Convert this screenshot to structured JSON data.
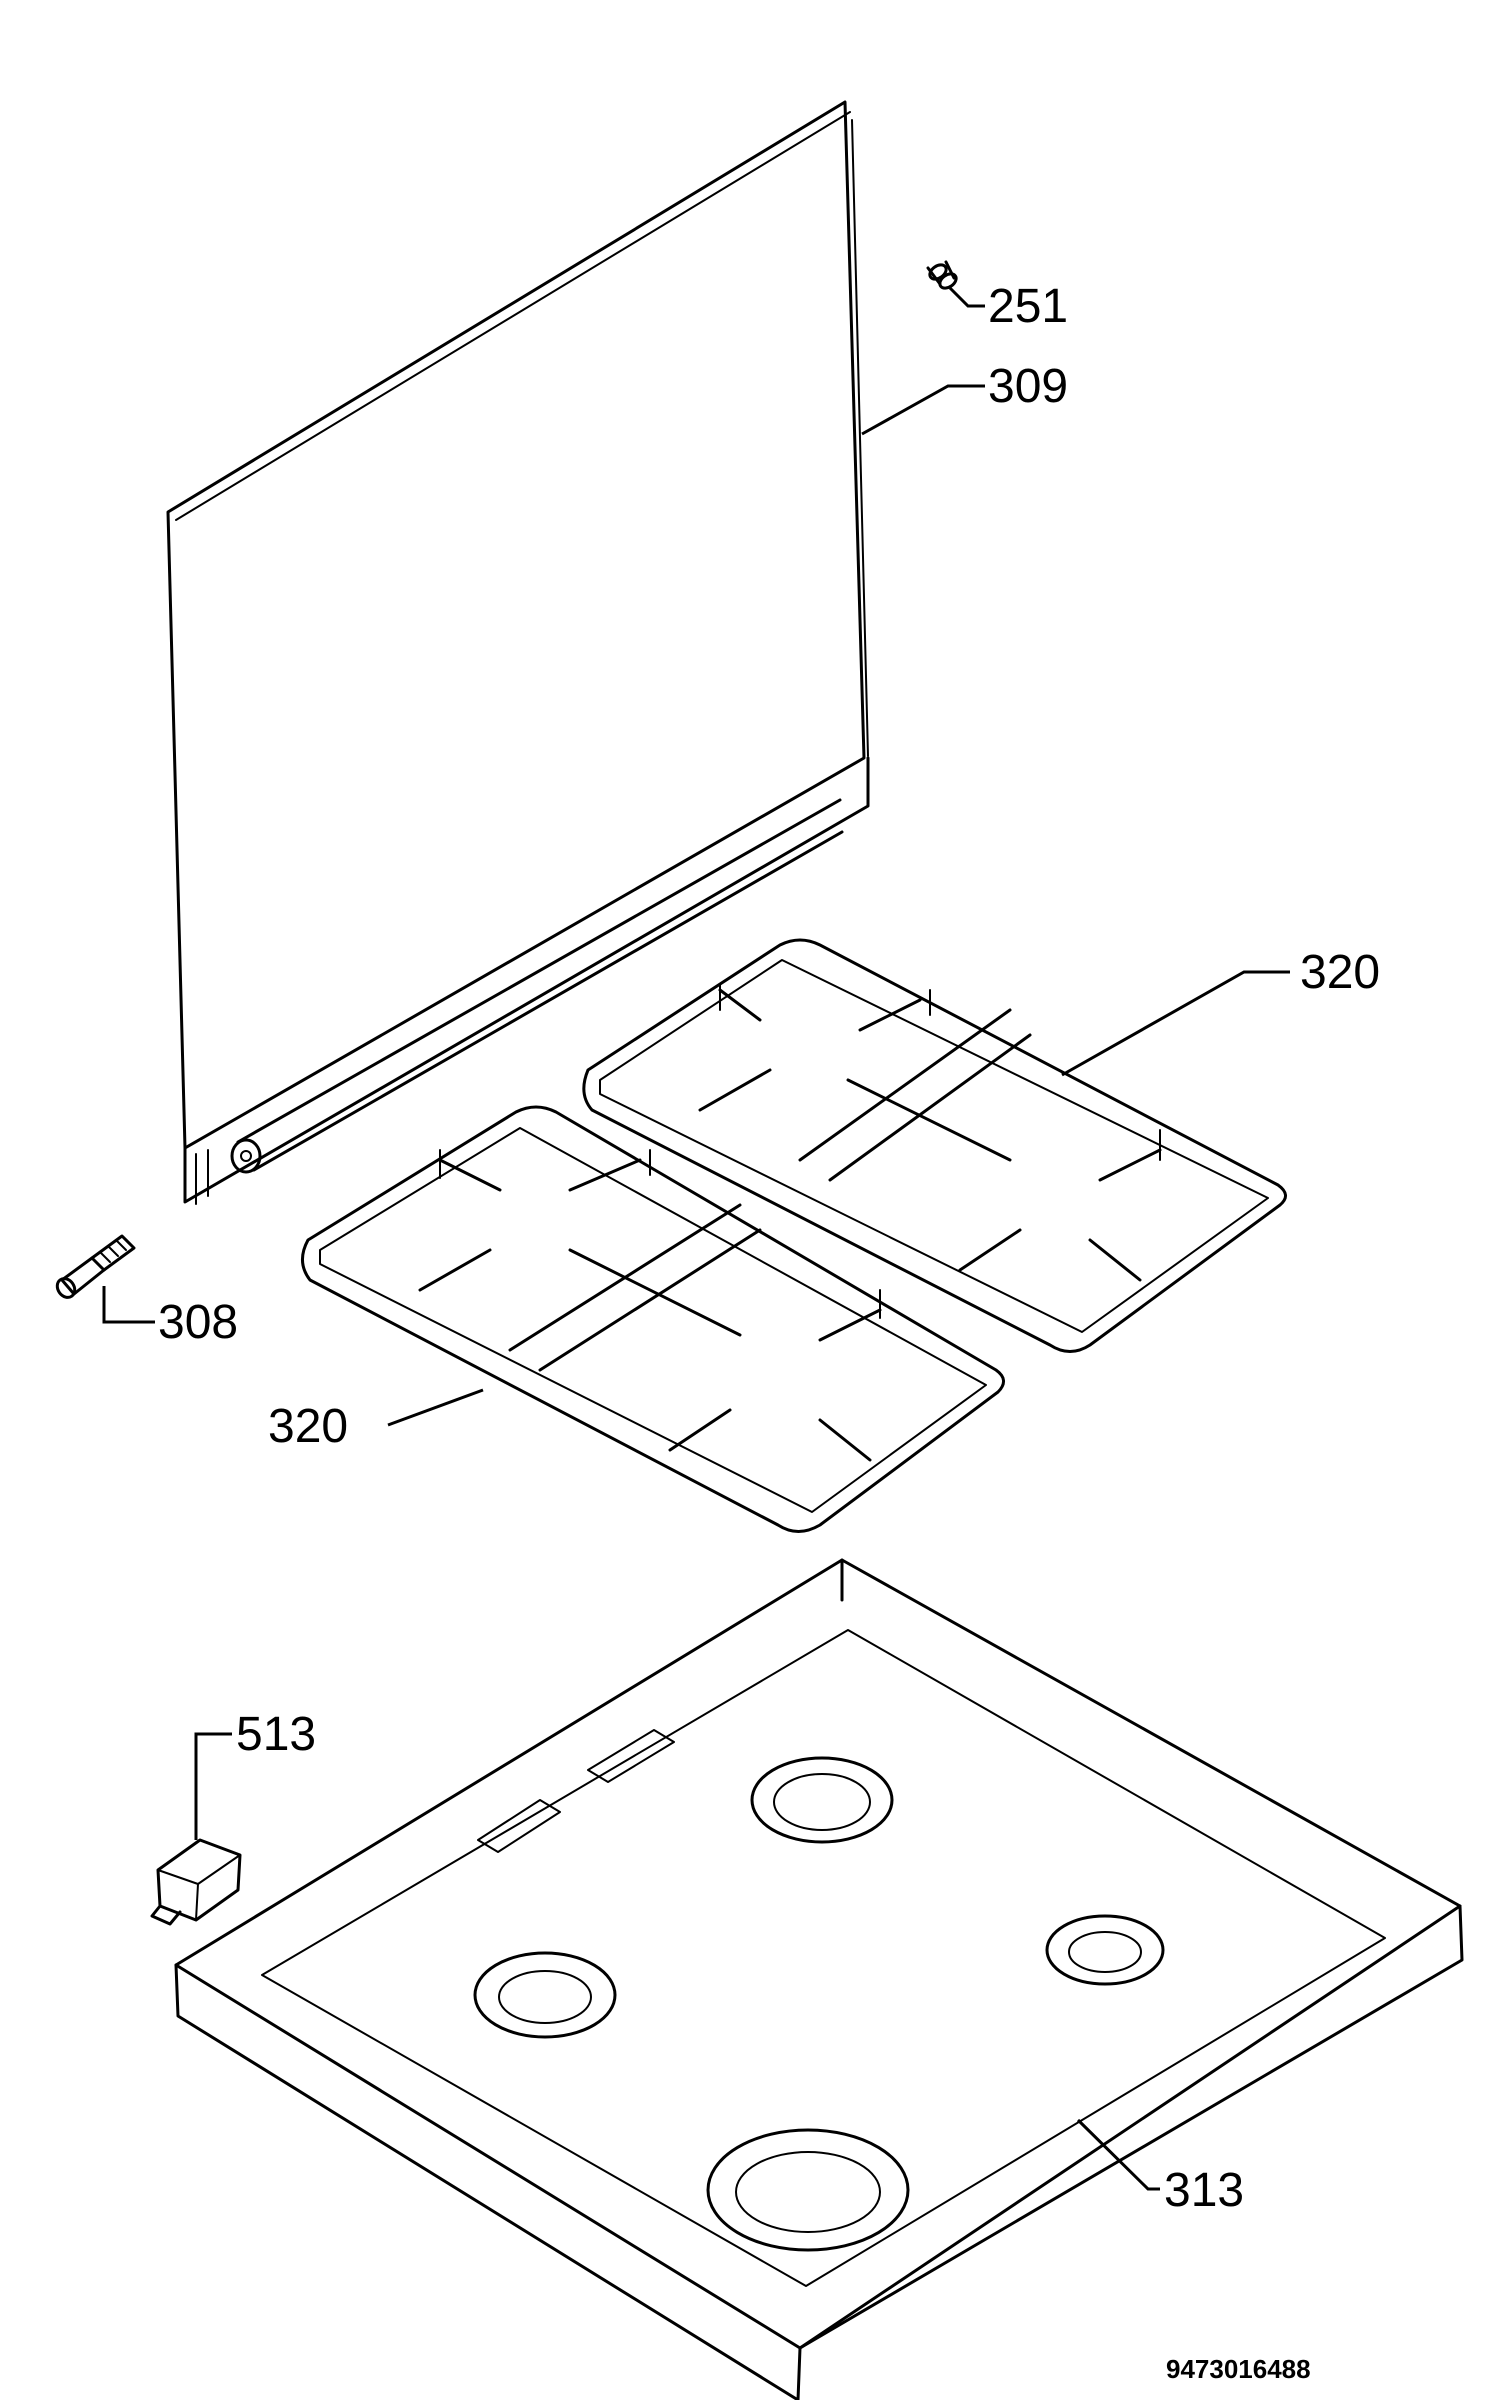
{
  "callouts": {
    "c251": "251",
    "c309": "309",
    "c320_right": "320",
    "c308": "308",
    "c320_left": "320",
    "c513": "513",
    "c313": "313"
  },
  "document_number": "9473016488"
}
